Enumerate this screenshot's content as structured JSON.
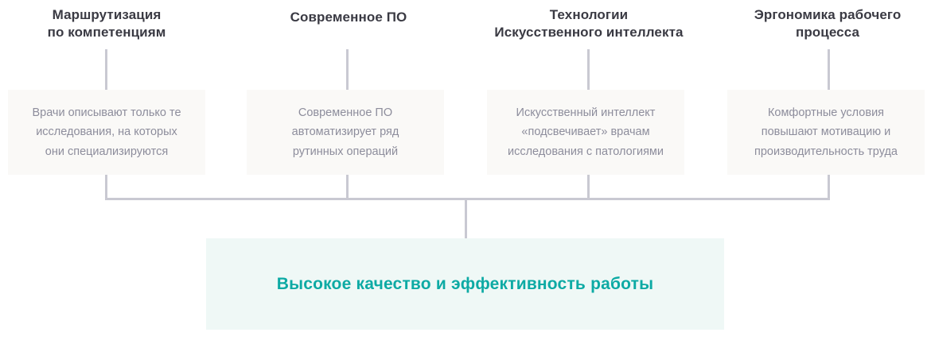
{
  "diagram": {
    "type": "flow-diagram",
    "title_hidden": "",
    "colors": {
      "box_background": "#faf9f7",
      "box_text": "#8d8d9c",
      "header_text": "#3a3a43",
      "connector": "#c9c9d2",
      "banner_background": "#eff8f6",
      "banner_text": "#0daaa4",
      "page_background": "#ffffff"
    },
    "columns": [
      {
        "id": "routing",
        "header_lines": [
          "Маршрутизация",
          "по компетенциям"
        ],
        "header": "Маршрутизация по компетенциям",
        "body_lines": [
          "Врачи описывают только те",
          "исследования, на которых",
          "они специализируются"
        ],
        "body": "Врачи описывают только те исследования, на которых они специализируются"
      },
      {
        "id": "software",
        "header_lines": [
          "Современное ПО"
        ],
        "header": "Современное ПО",
        "body_lines": [
          "Современное ПО",
          "автоматизирует ряд",
          "рутинных операций"
        ],
        "body": "Современное ПО автоматизирует ряд рутинных операций"
      },
      {
        "id": "ai",
        "header_lines": [
          "Технологии",
          "Искусственного интеллекта"
        ],
        "header": "Технологии Искусственного интеллекта",
        "body_lines": [
          "Искусственный интеллект",
          "«подсвечивает» врачам",
          "исследования с патологиями"
        ],
        "body": "Искусственный интеллект «подсвечивает» врачам исследования с патологиями"
      },
      {
        "id": "ergonomics",
        "header_lines": [
          "Эргономика рабочего",
          "процесса"
        ],
        "header": "Эргономика рабочего процесса",
        "body_lines": [
          "Комфортные условия",
          "повышают мотивацию и",
          "производительность труда"
        ],
        "body": "Комфортные условия повышают мотивацию и производительность труда"
      }
    ],
    "result": {
      "label": "Высокое качество и эффективность работы"
    }
  }
}
